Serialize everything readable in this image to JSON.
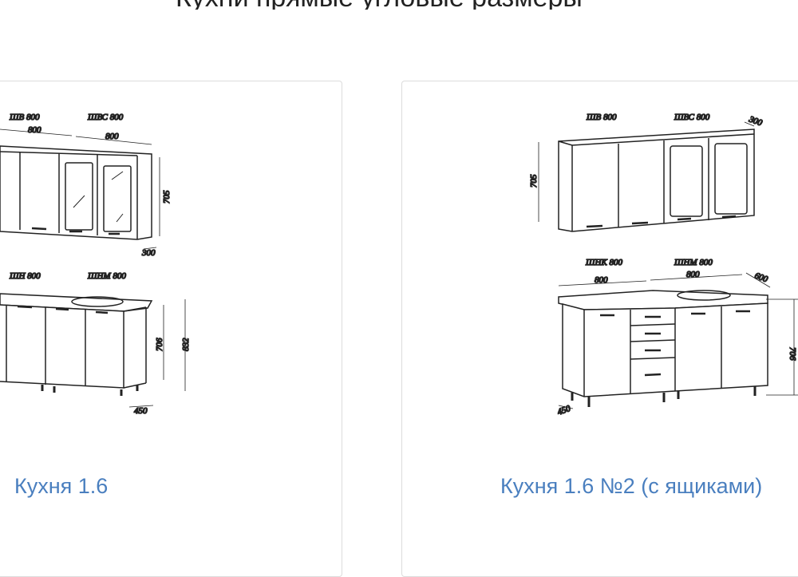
{
  "page": {
    "heading_partial": "Кухни прямые угловые размеры"
  },
  "products": [
    {
      "title": "Кухня 1.6",
      "drawing": {
        "upper_labels": [
          "ШВ 800",
          "ШВС 800"
        ],
        "upper_dims": [
          "800",
          "800",
          "705",
          "300"
        ],
        "lower_labels": [
          "ШН 800",
          "ШНМ 800"
        ],
        "lower_dims": [
          "706",
          "832",
          "450"
        ]
      }
    },
    {
      "title": "Кухня 1.6 №2 (с ящиками)",
      "drawing": {
        "upper_labels": [
          "ШВ 800",
          "ШВС 800"
        ],
        "upper_dims": [
          "300",
          "705"
        ],
        "lower_labels": [
          "ШНК 800",
          "ШНМ 800"
        ],
        "lower_dims": [
          "800",
          "800",
          "600",
          "706",
          "450"
        ]
      }
    }
  ],
  "colors": {
    "link": "#4a7fbf",
    "border": "#dcdcdc"
  }
}
